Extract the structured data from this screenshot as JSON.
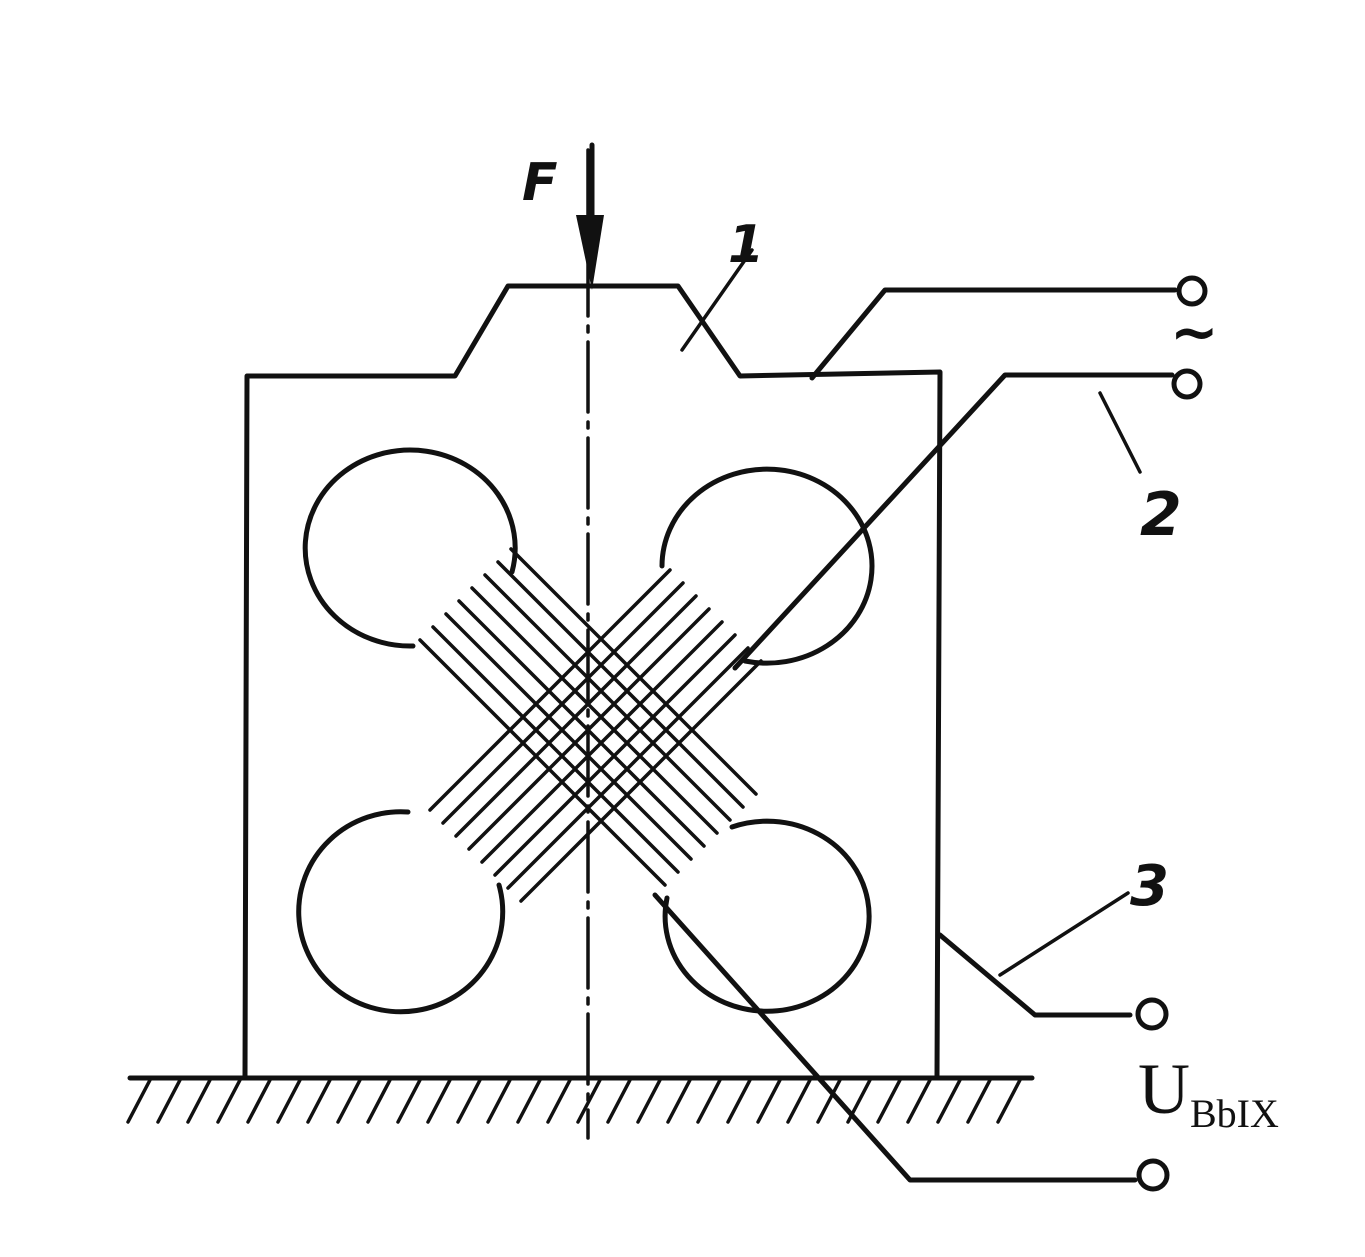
{
  "labels": {
    "force": "F",
    "part1": "1",
    "part2": "2",
    "part3": "3",
    "ac_symbol": "~",
    "output_main": "U",
    "output_sub": "BbIX"
  }
}
